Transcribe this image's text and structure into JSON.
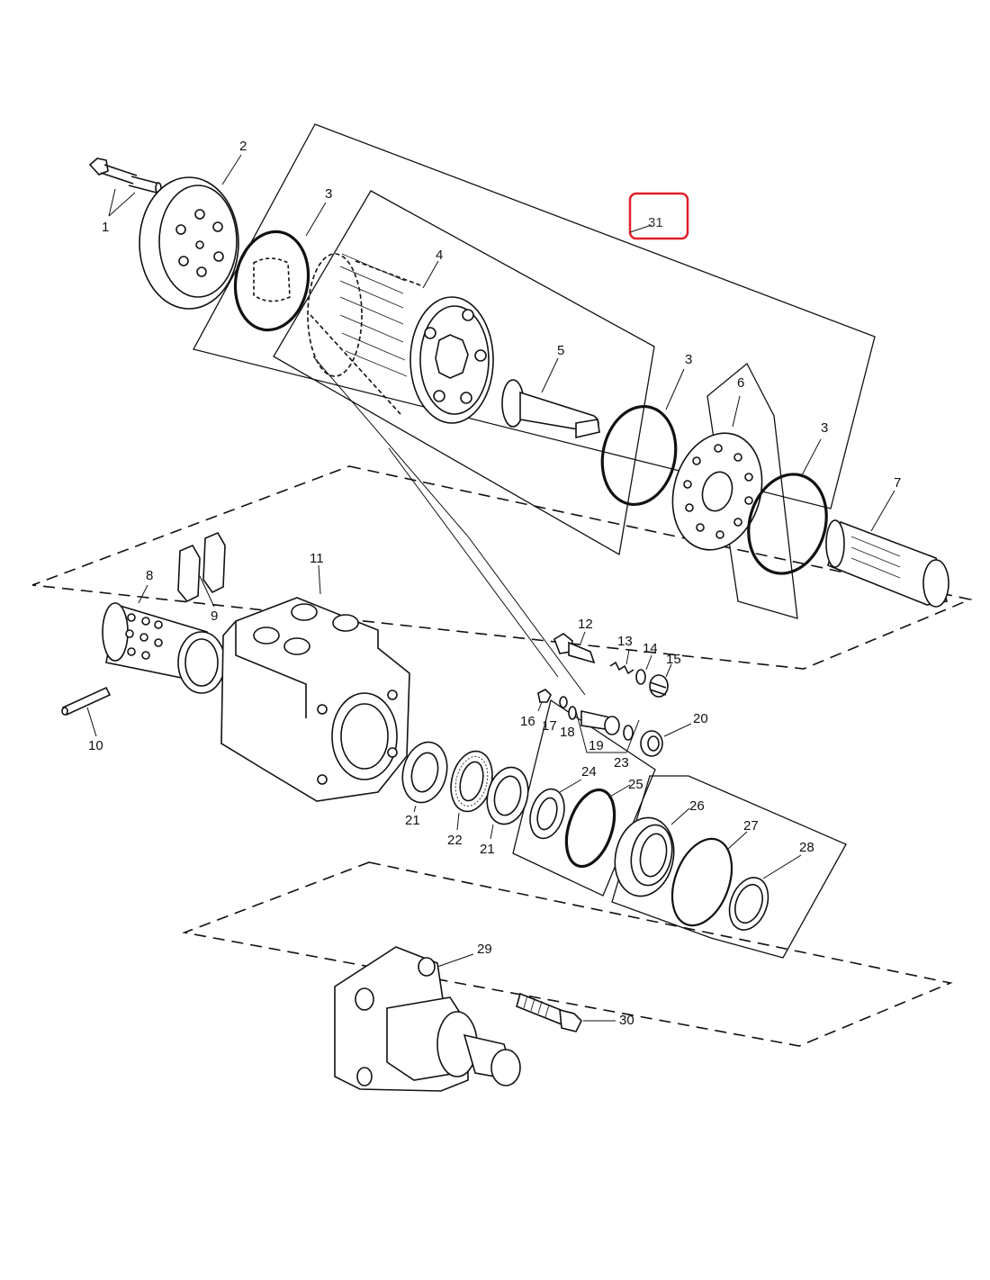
{
  "diagram": {
    "highlight_color": "#e0202a",
    "line_color": "#111111",
    "background": "#ffffff",
    "highlighted_callout": "31",
    "callouts": {
      "c1": "1",
      "c2": "2",
      "c3a": "3",
      "c3b": "3",
      "c3c": "3",
      "c4": "4",
      "c5": "5",
      "c6": "6",
      "c7": "7",
      "c8": "8",
      "c9": "9",
      "c10": "10",
      "c11": "11",
      "c12": "12",
      "c13": "13",
      "c14": "14",
      "c15": "15",
      "c16": "16",
      "c17": "17",
      "c18": "18",
      "c19": "19",
      "c20": "20",
      "c21a": "21",
      "c21b": "21",
      "c22": "22",
      "c23": "23",
      "c24": "24",
      "c25": "25",
      "c26": "26",
      "c27": "27",
      "c28": "28",
      "c29": "29",
      "c30": "30",
      "c31": "31"
    },
    "parts": [
      {
        "callout": "1",
        "icon": "bolt-pair"
      },
      {
        "callout": "2",
        "icon": "end-cap"
      },
      {
        "callout": "3",
        "icon": "o-ring"
      },
      {
        "callout": "4",
        "icon": "gerotor-set"
      },
      {
        "callout": "5",
        "icon": "drive-shaft"
      },
      {
        "callout": "6",
        "icon": "spacer-plate"
      },
      {
        "callout": "7",
        "icon": "spool-sleeve"
      },
      {
        "callout": "8",
        "icon": "sleeve"
      },
      {
        "callout": "9",
        "icon": "centering-springs"
      },
      {
        "callout": "10",
        "icon": "pin"
      },
      {
        "callout": "11",
        "icon": "valve-housing"
      },
      {
        "callout": "12",
        "icon": "check-valve"
      },
      {
        "callout": "13",
        "icon": "spring"
      },
      {
        "callout": "14",
        "icon": "washer"
      },
      {
        "callout": "15",
        "icon": "plug"
      },
      {
        "callout": "16",
        "icon": "ball"
      },
      {
        "callout": "17",
        "icon": "seat"
      },
      {
        "callout": "18",
        "icon": "o-ring-small"
      },
      {
        "callout": "19",
        "icon": "relief-valve"
      },
      {
        "callout": "20",
        "icon": "plug"
      },
      {
        "callout": "21",
        "icon": "bearing-race"
      },
      {
        "callout": "22",
        "icon": "thrust-bearing"
      },
      {
        "callout": "23",
        "icon": "seal"
      },
      {
        "callout": "24",
        "icon": "seal-ring"
      },
      {
        "callout": "25",
        "icon": "o-ring"
      },
      {
        "callout": "26",
        "icon": "bushing"
      },
      {
        "callout": "27",
        "icon": "o-ring"
      },
      {
        "callout": "28",
        "icon": "quad-ring"
      },
      {
        "callout": "29",
        "icon": "column-flange"
      },
      {
        "callout": "30",
        "icon": "screw"
      }
    ]
  }
}
